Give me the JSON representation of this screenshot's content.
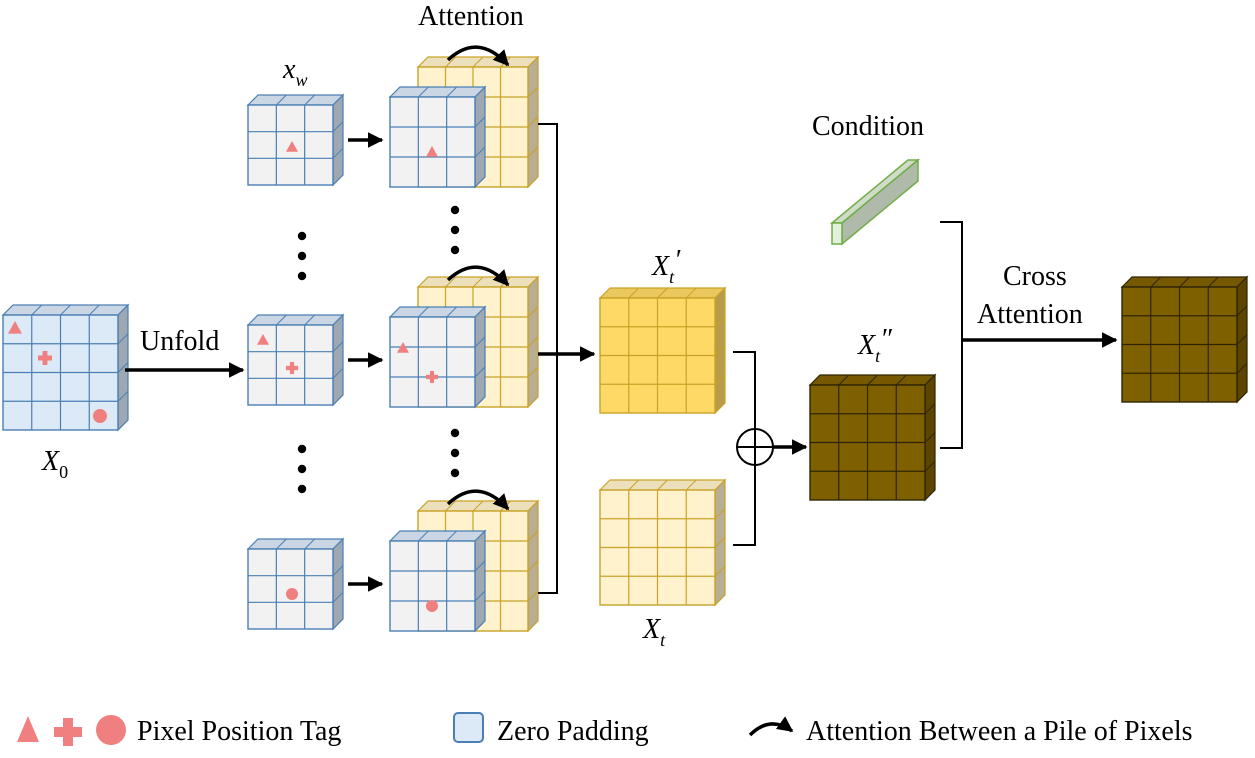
{
  "labels": {
    "attention": "Attention",
    "xw_main": "x",
    "xw_sub": "w",
    "unfold": "Unfold",
    "x0_main": "X",
    "x0_sub": "0",
    "condition": "Condition",
    "xt_prime_main": "X",
    "xt_prime_sub": "t",
    "xt_prime_mark": "′",
    "xt_dprime_main": "X",
    "xt_dprime_sub": "t",
    "xt_dprime_mark": "″",
    "xt_main": "X",
    "xt_sub": "t",
    "cross_line1": "Cross",
    "cross_line2": "Attention"
  },
  "legend": {
    "tag_label": "Pixel Position Tag",
    "pad_label": "Zero Padding",
    "att_label": "Attention Between a Pile of Pixels"
  },
  "colors": {
    "blue_fill": "#dce9f7",
    "blue_cell": "#f2f2f2",
    "blue_stroke": "#4a7fb5",
    "yellow_fill": "#ffd966",
    "yellow_light": "#fff2cc",
    "yellow_stroke": "#c9a227",
    "brown_fill": "#7f6000",
    "green_fill": "#e2efda",
    "green_stroke": "#70ad47",
    "tag_red": "#f08080"
  }
}
